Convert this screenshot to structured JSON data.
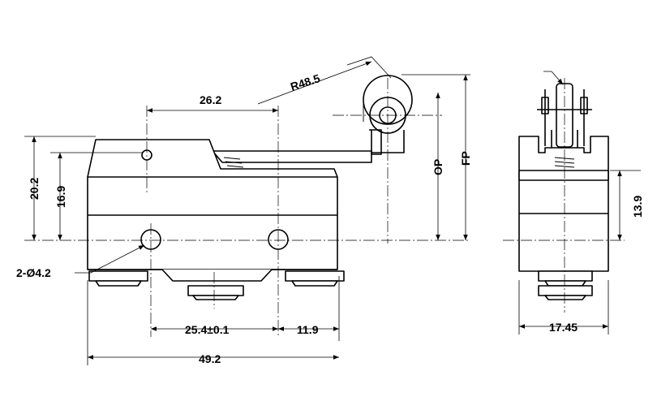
{
  "dimensions": {
    "lever_offset": "26.2",
    "roller_radius": "R48.5",
    "overall_height": "20.2",
    "hole_height": "16.9",
    "operating_position": "OP",
    "free_position": "FP",
    "mount_holes": "2-Ø4.2",
    "hole_spacing": "25.4±0.1",
    "terminal_offset": "11.9",
    "overall_length": "49.2",
    "side_height": "13.9",
    "side_width": "17.45"
  }
}
